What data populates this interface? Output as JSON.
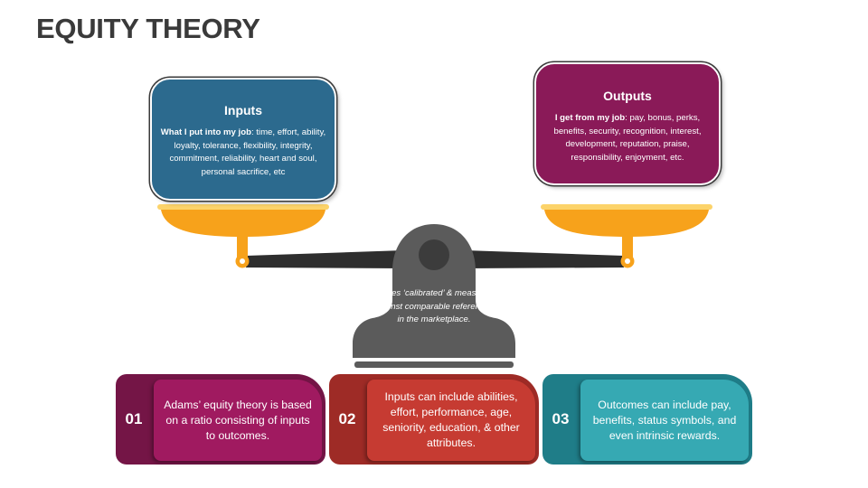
{
  "title": "EQUITY THEORY",
  "inputs": {
    "heading": "Inputs",
    "lead": "What I put into my job",
    "text": ": time, effort, ability, loyalty, tolerance, flexibility, integrity, commitment, reliability, heart and soul, personal sacrifice, etc"
  },
  "outputs": {
    "heading": "Outputs",
    "lead": "I get from my job",
    "text": ": pay, bonus, perks, benefits, security, recognition, interest, development, reputation, praise, responsibility, enjoyment, etc."
  },
  "scale_label": "Scales ‘calibrated’ & measured against comparable references in the marketplace.",
  "cards": [
    {
      "number": "01",
      "text": "Adams’ equity theory is based on a ratio consisting of inputs to outcomes."
    },
    {
      "number": "02",
      "text": "Inputs can include abilities, effort, performance, age, seniority, education, & other attributes."
    },
    {
      "number": "03",
      "text": "Outcomes can include pay, benefits, status symbols, and even intrinsic rewards."
    }
  ],
  "colors": {
    "inputs": "#2c6a8e",
    "outputs": "#8a1a58",
    "pan": "#f7a21b",
    "pan_rim": "#fcd36a",
    "scale_body": "#5b5b5b",
    "card1": "#a01a60",
    "card2": "#c63b32",
    "card3": "#36a9b3"
  }
}
